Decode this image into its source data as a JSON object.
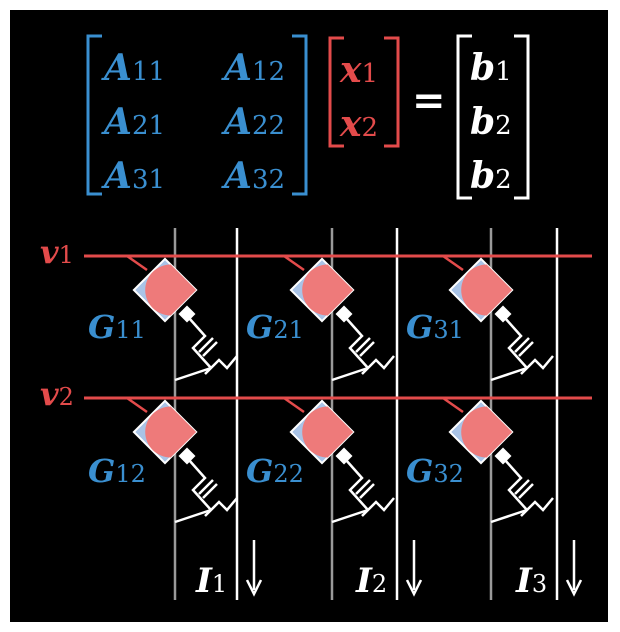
{
  "colors": {
    "background": "#000000",
    "border": "#ffffff",
    "matrix_a": "#3a8fd0",
    "vector_x": "#e34b4b",
    "vector_b": "#ffffff",
    "row_line": "#e34b4b",
    "column_line": "#ffffff",
    "gate_line": "#9a9a9a",
    "device_square": "#a9c3e6",
    "device_arc": "#ee7a7a",
    "transistor": "#ffffff"
  },
  "equation": {
    "matrix_a": [
      [
        {
          "base": "A",
          "sub": "11"
        },
        {
          "base": "A",
          "sub": "12"
        }
      ],
      [
        {
          "base": "A",
          "sub": "21"
        },
        {
          "base": "A",
          "sub": "22"
        }
      ],
      [
        {
          "base": "A",
          "sub": "31"
        },
        {
          "base": "A",
          "sub": "32"
        }
      ]
    ],
    "vector_x": [
      {
        "base": "x",
        "sub": "1"
      },
      {
        "base": "x",
        "sub": "2"
      }
    ],
    "equals": "=",
    "vector_b": [
      {
        "base": "b",
        "sub": "1"
      },
      {
        "base": "b",
        "sub": "2"
      },
      {
        "base": "b",
        "sub": "2"
      }
    ]
  },
  "crossbar": {
    "row_voltages": [
      {
        "base": "v",
        "sub": "1"
      },
      {
        "base": "v",
        "sub": "2"
      }
    ],
    "conductances": [
      [
        {
          "base": "G",
          "sub": "11"
        },
        {
          "base": "G",
          "sub": "21"
        },
        {
          "base": "G",
          "sub": "31"
        }
      ],
      [
        {
          "base": "G",
          "sub": "12"
        },
        {
          "base": "G",
          "sub": "22"
        },
        {
          "base": "G",
          "sub": "32"
        }
      ]
    ],
    "column_currents": [
      {
        "base": "I",
        "sub": "1"
      },
      {
        "base": "I",
        "sub": "2"
      },
      {
        "base": "I",
        "sub": "3"
      }
    ]
  }
}
